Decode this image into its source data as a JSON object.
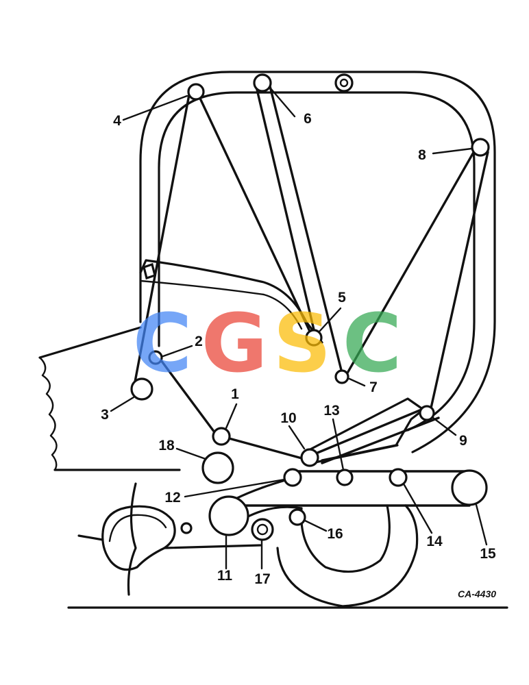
{
  "diagram": {
    "callouts": {
      "c1": "1",
      "c2": "2",
      "c3": "3",
      "c4": "4",
      "c5": "5",
      "c6": "6",
      "c7": "7",
      "c8": "8",
      "c9": "9",
      "c10": "10",
      "c11": "11",
      "c12": "12",
      "c13": "13",
      "c14": "14",
      "c15": "15",
      "c16": "16",
      "c17": "17",
      "c18": "18"
    },
    "figure_code": "CA-4430",
    "watermark": {
      "letters": [
        "C",
        "G",
        "S",
        "C"
      ],
      "colors": [
        "#4285F4",
        "#EA4335",
        "#FBBC05",
        "#34A853"
      ]
    },
    "line_color": "#111111"
  }
}
